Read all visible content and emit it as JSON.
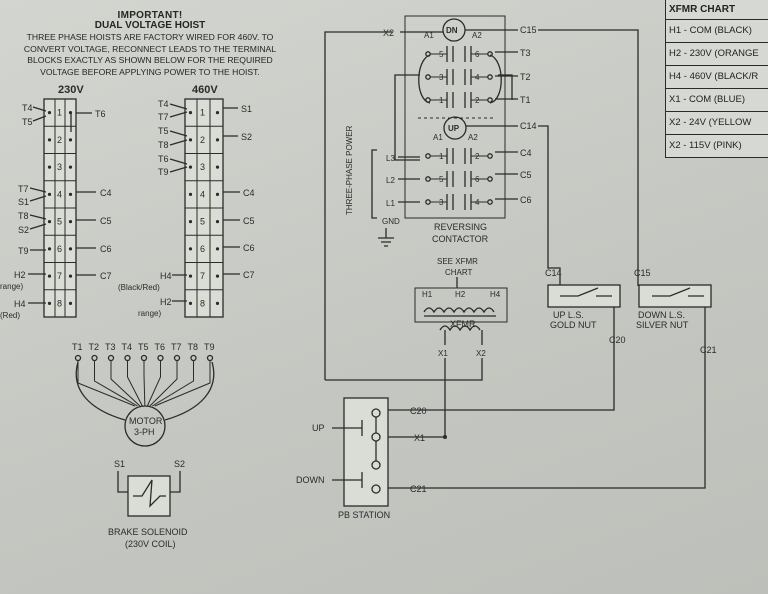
{
  "notice": {
    "heading": "IMPORTANT!",
    "title": "DUAL VOLTAGE HOIST",
    "lines": [
      "THREE PHASE HOISTS ARE FACTORY WIRED FOR 460V. TO",
      "CONVERT VOLTAGE, RECONNECT LEADS TO THE TERMINAL",
      "BLOCKS EXACTLY AS SHOWN BELOW FOR THE REQUIRED",
      "VOLTAGE BEFORE APPLYING POWER TO THE HOIST."
    ]
  },
  "block230": {
    "label": "230V",
    "left_labels": [
      "T4",
      "T5",
      "T7",
      "S1",
      "T8",
      "S2",
      "T9",
      "H2",
      "range)",
      "H4",
      "(Red)"
    ],
    "right_labels": [
      "T6",
      "C4",
      "C5",
      "C6",
      "C7"
    ],
    "numbers": [
      "1",
      "2",
      "3",
      "4",
      "5",
      "6",
      "7",
      "8"
    ]
  },
  "block460": {
    "label": "460V",
    "left_labels": [
      "T4",
      "T7",
      "T5",
      "T8",
      "T6",
      "T9",
      "H4",
      "(Black/Red)",
      "H2",
      "range)"
    ],
    "right_labels": [
      "S1",
      "S2",
      "C4",
      "C5",
      "C6",
      "C7"
    ],
    "numbers": [
      "1",
      "2",
      "3",
      "4",
      "5",
      "6",
      "7",
      "8"
    ]
  },
  "motor": {
    "leads": [
      "T1",
      "T2",
      "T3",
      "T4",
      "T5",
      "T6",
      "T7",
      "T8",
      "T9"
    ],
    "label_line1": "MOTOR",
    "label_line2": "3-PH"
  },
  "brake": {
    "s1": "S1",
    "s2": "S2",
    "label_line1": "BRAKE SOLENOID",
    "label_line2": "(230V COIL)"
  },
  "contactor": {
    "dn": "DN",
    "up": "UP",
    "a1": "A1",
    "a2": "A2",
    "right_labels": [
      "C15",
      "T3",
      "T2",
      "T1",
      "C14",
      "C4",
      "C5",
      "C6"
    ],
    "left_labels": [
      "X2",
      "L3",
      "L2",
      "L1",
      "GND"
    ],
    "contact_nums_top": [
      "5",
      "6",
      "3",
      "4",
      "1",
      "2"
    ],
    "contact_nums_bottom": [
      "1",
      "2",
      "5",
      "6",
      "3",
      "4"
    ],
    "power_label": "THREE-PHASE POWER",
    "label_line1": "REVERSING",
    "label_line2": "CONTACTOR"
  },
  "xfmr": {
    "see_line1": "SEE XFMR",
    "see_line2": "CHART",
    "h1": "H1",
    "h2": "H2",
    "h4": "H4",
    "label": "XFMR",
    "x1": "X1",
    "x2": "X2"
  },
  "limit_switches": {
    "up_wire": "C14",
    "down_wire": "C15",
    "up_line1": "UP L.S.",
    "up_line2": "GOLD NUT",
    "down_line1": "DOWN L.S.",
    "down_line2": "SILVER NUT",
    "up_out": "C20",
    "down_out": "C21"
  },
  "pb_station": {
    "up": "UP",
    "down": "DOWN",
    "wires": [
      "C20",
      "X1",
      "C21"
    ],
    "label": "PB STATION"
  },
  "xfmr_chart": {
    "title": "XFMR CHART",
    "rows": [
      "H1 - COM (BLACK)",
      "H2 - 230V (ORANGE",
      "H4 - 460V (BLACK/R",
      "X1 - COM (BLUE)",
      "X2 - 24V (YELLOW",
      "X2 - 115V (PINK)"
    ]
  }
}
